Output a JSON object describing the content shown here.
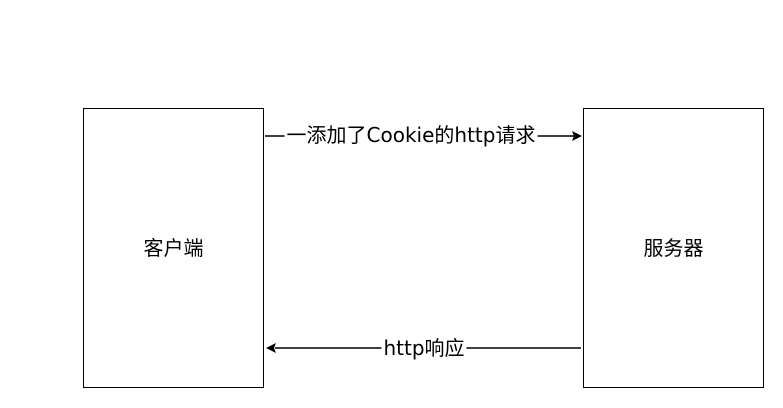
{
  "nodes": {
    "client": {
      "label": "客户端"
    },
    "server": {
      "label": "服务器"
    }
  },
  "edges": {
    "request": {
      "label": "一添加了Cookie的http请求",
      "direction": "client-to-server"
    },
    "response": {
      "label": "http响应",
      "direction": "server-to-client"
    }
  },
  "colors": {
    "stroke": "#000000",
    "background": "#ffffff"
  }
}
